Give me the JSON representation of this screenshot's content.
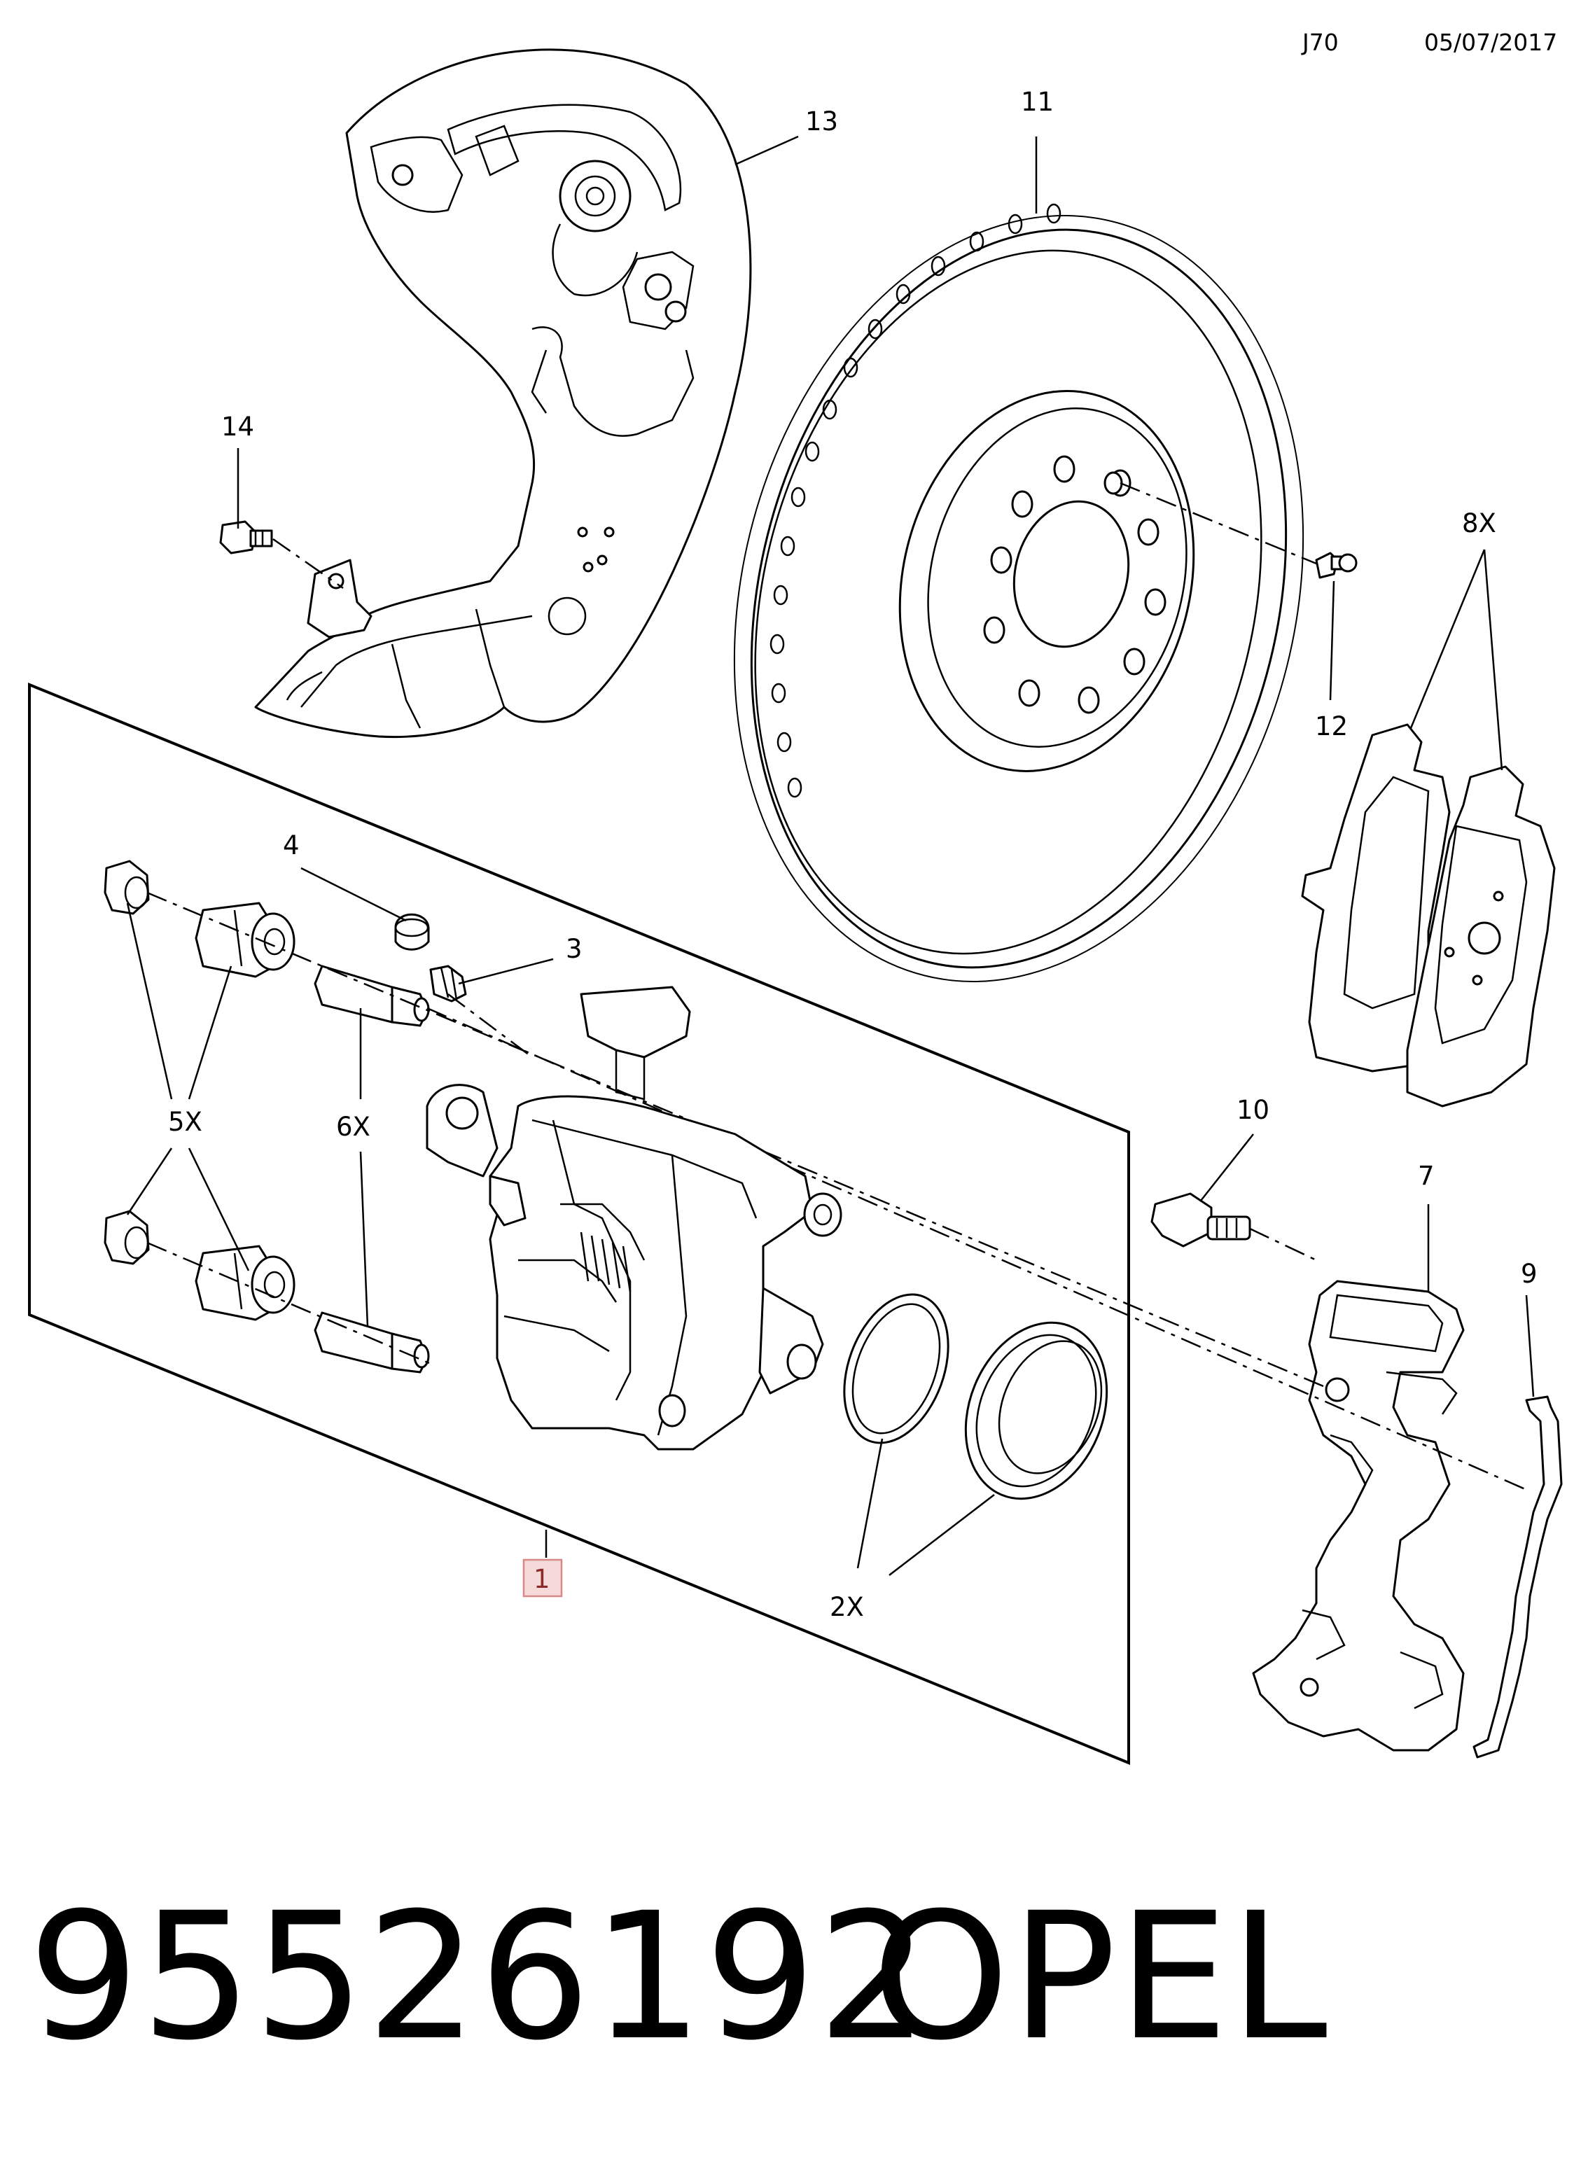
{
  "header": {
    "code": "J70",
    "date": "05/07/2017"
  },
  "callouts": {
    "c1": "1",
    "c2": "2X",
    "c3": "3",
    "c4": "4",
    "c5": "5X",
    "c6": "6X",
    "c7": "7",
    "c8": "8X",
    "c9": "9",
    "c10": "10",
    "c11": "11",
    "c12": "12",
    "c13": "13",
    "c14": "14"
  },
  "footer": {
    "part_number": "95526192",
    "brand": "OPEL"
  },
  "colors": {
    "highlight_box_fill": "#f6dada",
    "highlight_box_stroke": "#d98888"
  }
}
